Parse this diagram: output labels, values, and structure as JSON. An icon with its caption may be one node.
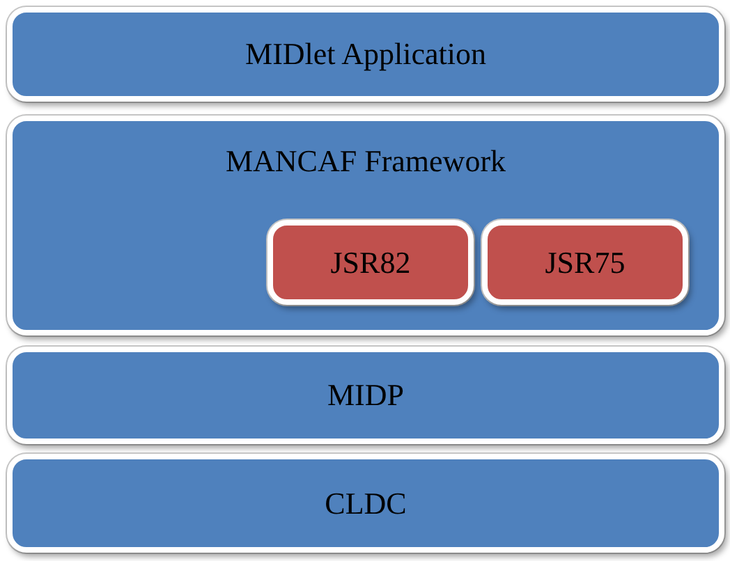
{
  "diagram": {
    "nodes": [
      {
        "text": [
          "MIDlet Application"
        ]
      },
      {
        "text": [
          "MANCAF Framework"
        ]
      },
      {
        "text": [
          "JSR82"
        ],
        "in": 1
      },
      {
        "text": [
          "JSR75"
        ],
        "in": 1
      },
      {
        "text": [
          "MIDP"
        ]
      },
      {
        "text": [
          "CLDC"
        ]
      }
    ]
  }
}
